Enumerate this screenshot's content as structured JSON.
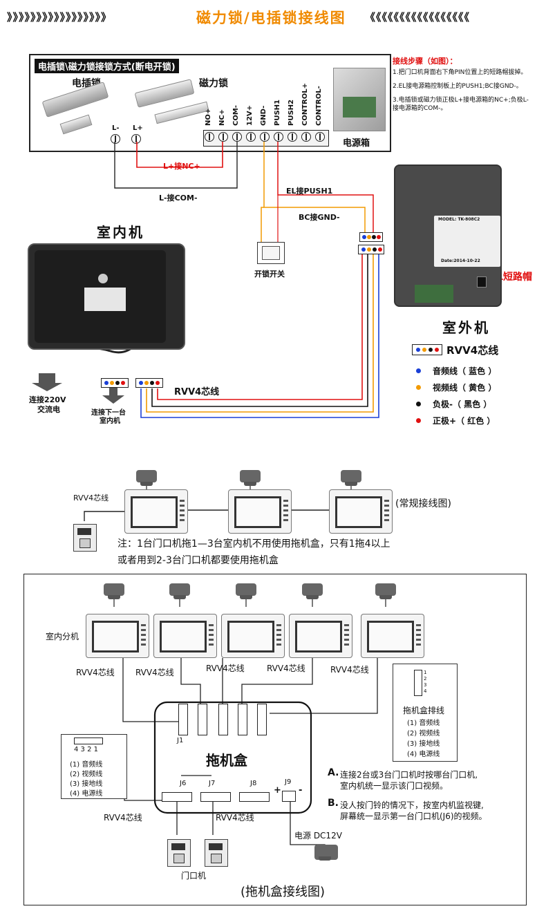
{
  "header": {
    "left_deco": "》》》》》》》》》》》》》》》》》",
    "title": "磁力锁/电插锁接线图",
    "right_deco": "《《《《《《《《《《《《《《《《《"
  },
  "lock_section": {
    "title": "电插锁\\磁力锁接锁方式(断电开锁)",
    "elec_lock": "电插锁",
    "mag_lock": "磁力锁",
    "l_minus": "L-",
    "l_plus": "L+",
    "terminals": [
      "NO+",
      "NC+",
      "COM-",
      "12V+",
      "GND-",
      "PUSH1",
      "PUSH2",
      "CONTROL+",
      "CONTROL-"
    ],
    "power_box": "电源箱",
    "wire_lplus": "L+接NC+",
    "wire_lminus": "L-接COM-",
    "wire_el": "EL接PUSH1",
    "wire_bc": "BC接GND-",
    "switch_label": "开锁开关"
  },
  "steps": {
    "title": "接线步骤（如图）：",
    "items": [
      "1.把门口机背面右下角PIN位置上的短路帽拔掉。",
      "2.EL接电源箱控制板上的PUSH1;BC接GND-。",
      "3.电插锁或磁力锁正极L+接电源箱的NC+;负极L-",
      "接电源箱的COM-。"
    ]
  },
  "indoor": {
    "title": "室内机",
    "connect_220": "连接220V",
    "ac_power": "交流电",
    "next_unit_1": "连接下一台",
    "next_unit_2": "室内机",
    "rvv": "RVV4芯线"
  },
  "outdoor": {
    "title": "室外机",
    "short_cap": "短路帽",
    "label_model": "MODEL: TK-808C2",
    "label_date": "Date:2014-10-22"
  },
  "legend": {
    "title": "RVV4芯线",
    "items": [
      {
        "label": "音频线（ 蓝色 ）",
        "color": "#1a3fd6"
      },
      {
        "label": "视频线（ 黄色 ）",
        "color": "#f29a00"
      },
      {
        "label": "负极-（ 黑色 ）",
        "color": "#111111"
      },
      {
        "label": "正极+（ 红色 ）",
        "color": "#e01010"
      }
    ]
  },
  "regular": {
    "rvv": "RVV4芯线",
    "caption": "(常规接线图)",
    "note1": "注：1台门口机拖1—3台室内机不用使用拖机盒，只有1拖4以上",
    "note2": "或者用到2-3台门口机都要使用拖机盒"
  },
  "dragbox": {
    "indoor_sub": "室内分机",
    "rvv": "RVV4芯线",
    "box_title": "拖机盒",
    "j1": "J1",
    "j6": "J6",
    "j7": "J7",
    "j8": "J8",
    "j9": "J9",
    "plus": "+",
    "minus": "-",
    "left_pins": "4 3 2 1",
    "right_pins": [
      "1",
      "2",
      "3",
      "4"
    ],
    "wire_list": [
      "(1) 音频线",
      "(2) 视频线",
      "(3) 接地线",
      "(4) 电源线"
    ],
    "row_title": "拖机盒排线",
    "note_a_1": "连接2台或3台门口机时按哪台门口机,",
    "note_a_2": "室内机统一显示该门口视频。",
    "note_b_1": "没人按门铃的情况下，按室内机监视键,",
    "note_b_2": "屏幕统一显示第一台门口机(J6)的视频。",
    "a": "A.",
    "b": "B.",
    "power": "电源 DC12V",
    "door_unit": "门口机",
    "caption": "(拖机盒接线图)"
  }
}
